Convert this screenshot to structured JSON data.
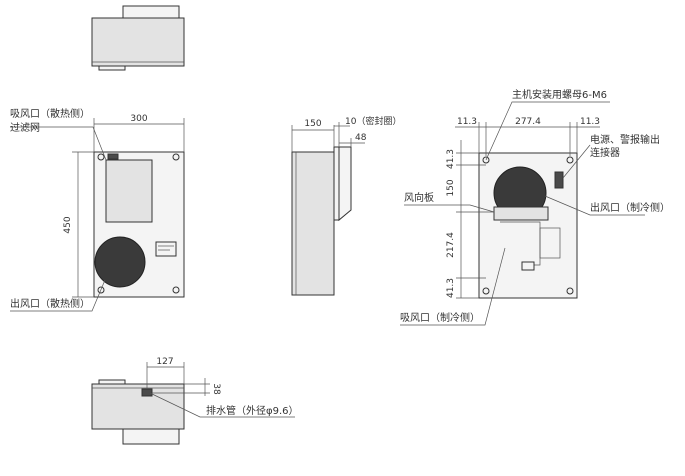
{
  "labels": {
    "intake_heat": "吸风口（散热侧）",
    "filter": "过滤网",
    "outlet_heat": "出风口（散热侧）",
    "nut": "主机安装用螺母6-M6",
    "connector_line1": "电源、警报输出",
    "connector_line2": "连接器",
    "vane": "风向板",
    "outlet_cool": "出风口（制冷侧）",
    "intake_cool": "吸风口（制冷侧）",
    "drain": "排水管（外径φ9.6）"
  },
  "dims": {
    "front_width": "300",
    "front_height": "450",
    "side_depth": "150",
    "seal": "10（密封圈）",
    "side_48": "48",
    "rear_left": "11.3",
    "rear_mid": "277.4",
    "rear_right": "11.3",
    "rear_v1": "41.3",
    "rear_v2": "150",
    "rear_v3": "217.4",
    "rear_v4": "41.3",
    "bottom_127": "127",
    "bottom_38": "38"
  }
}
